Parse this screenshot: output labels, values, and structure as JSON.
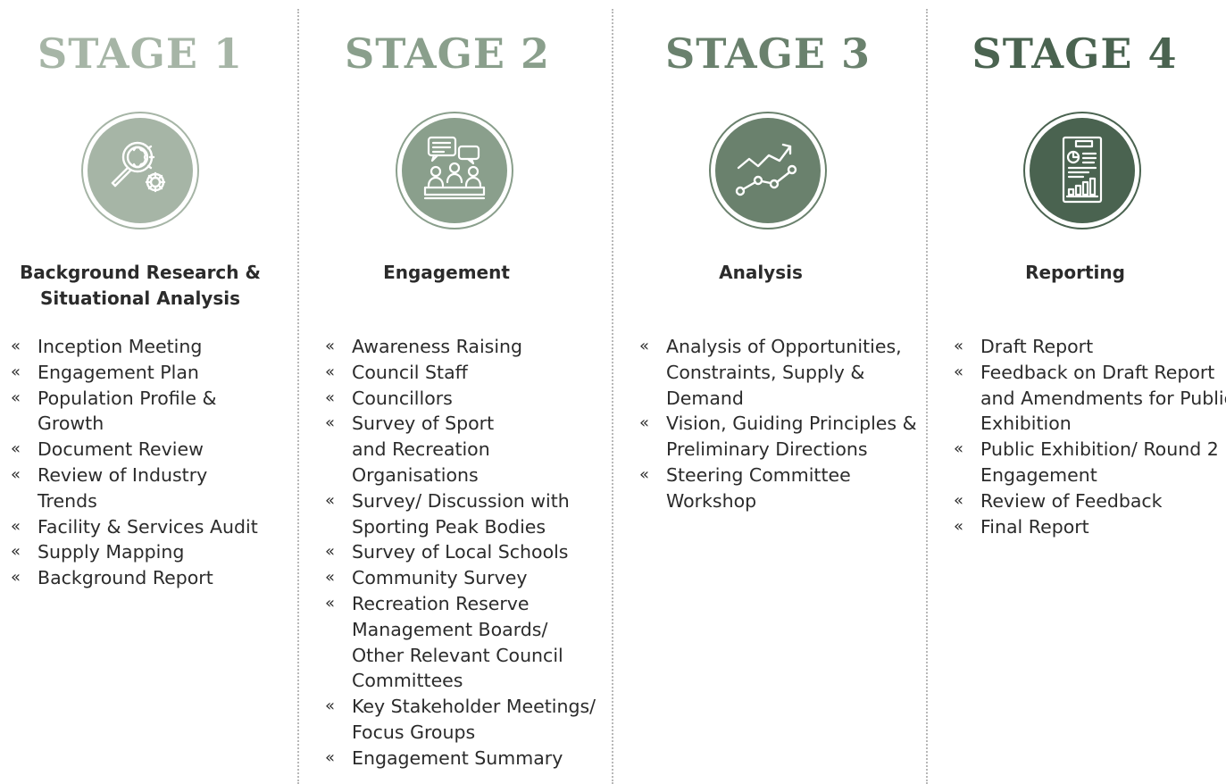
{
  "bullet": "«",
  "colors": {
    "stage1": "#a6b5a6",
    "stage2": "#8a9f8c",
    "stage3": "#6a816d",
    "stage4": "#4a6350",
    "divider": "#b8b8b8",
    "text": "#2b2b2b"
  },
  "stages": [
    {
      "title": "STAGE 1",
      "icon": "magnifier-gears-icon",
      "name": "Background Research & Situational Analysis",
      "items": [
        "Inception Meeting",
        "Engagement Plan",
        "Population Profile & Growth",
        "Document Review",
        "Review of Industry Trends",
        "Facility & Services Audit",
        "Supply Mapping",
        "Background Report"
      ]
    },
    {
      "title": "STAGE 2",
      "icon": "people-discussion-icon",
      "name": "Engagement",
      "items": [
        "Awareness Raising",
        "Council Staff",
        "Councillors",
        "Survey of Sport and Recreation Organisations",
        "Survey/ Discussion with Sporting Peak Bodies",
        "Survey of Local Schools",
        "Community Survey",
        "Recreation Reserve Management Boards/ Other Relevant Council Committees",
        "Key Stakeholder Meetings/ Focus Groups",
        "Engagement Summary"
      ]
    },
    {
      "title": "STAGE 3",
      "icon": "trend-chart-icon",
      "name": "Analysis",
      "items": [
        "Analysis of Opportunities, Constraints, Supply & Demand",
        "Vision, Guiding Principles & Preliminary Directions",
        "Steering Committee Workshop"
      ]
    },
    {
      "title": "STAGE 4",
      "icon": "report-document-icon",
      "name": "Reporting",
      "items": [
        "Draft Report",
        "Feedback on Draft Report and Amendments for Public Exhibition",
        "Public Exhibition/ Round 2 Engagement",
        "Review of Feedback",
        "Final Report"
      ]
    }
  ]
}
